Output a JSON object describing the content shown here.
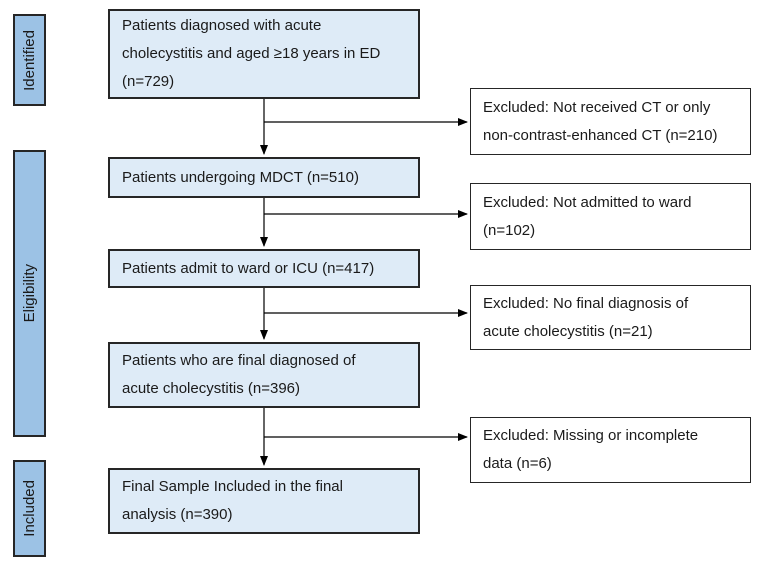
{
  "stages": [
    {
      "label": "Identified"
    },
    {
      "label": "Eligibility"
    },
    {
      "label": "Included"
    }
  ],
  "flow": [
    {
      "text": "Patients diagnosed with acute\ncholecystitis and aged ≥18 years in ED\n(n=729)",
      "n": 729
    },
    {
      "text": "Patients undergoing MDCT (n=510)",
      "n": 510
    },
    {
      "text": "Patients admit to ward or ICU (n=417)",
      "n": 417
    },
    {
      "text": "Patients who are final diagnosed of\nacute cholecystitis (n=396)",
      "n": 396
    },
    {
      "text": "Final Sample Included in the final\nanalysis (n=390)",
      "n": 390
    }
  ],
  "excluded": [
    {
      "text": "Excluded: Not received CT or only\nnon-contrast-enhanced CT (n=210)",
      "n": 210
    },
    {
      "text": "Excluded: Not admitted to ward\n(n=102)",
      "n": 102
    },
    {
      "text": "Excluded: No final diagnosis of\nacute cholecystitis (n=21)",
      "n": 21
    },
    {
      "text": "Excluded: Missing or incomplete\ndata (n=6)",
      "n": 6
    }
  ],
  "colors": {
    "stage-fill": "#9cc2e5",
    "flow-fill": "#deebf7",
    "excluded-fill": "#ffffff",
    "border": "#262626",
    "arrow": "#000000"
  }
}
